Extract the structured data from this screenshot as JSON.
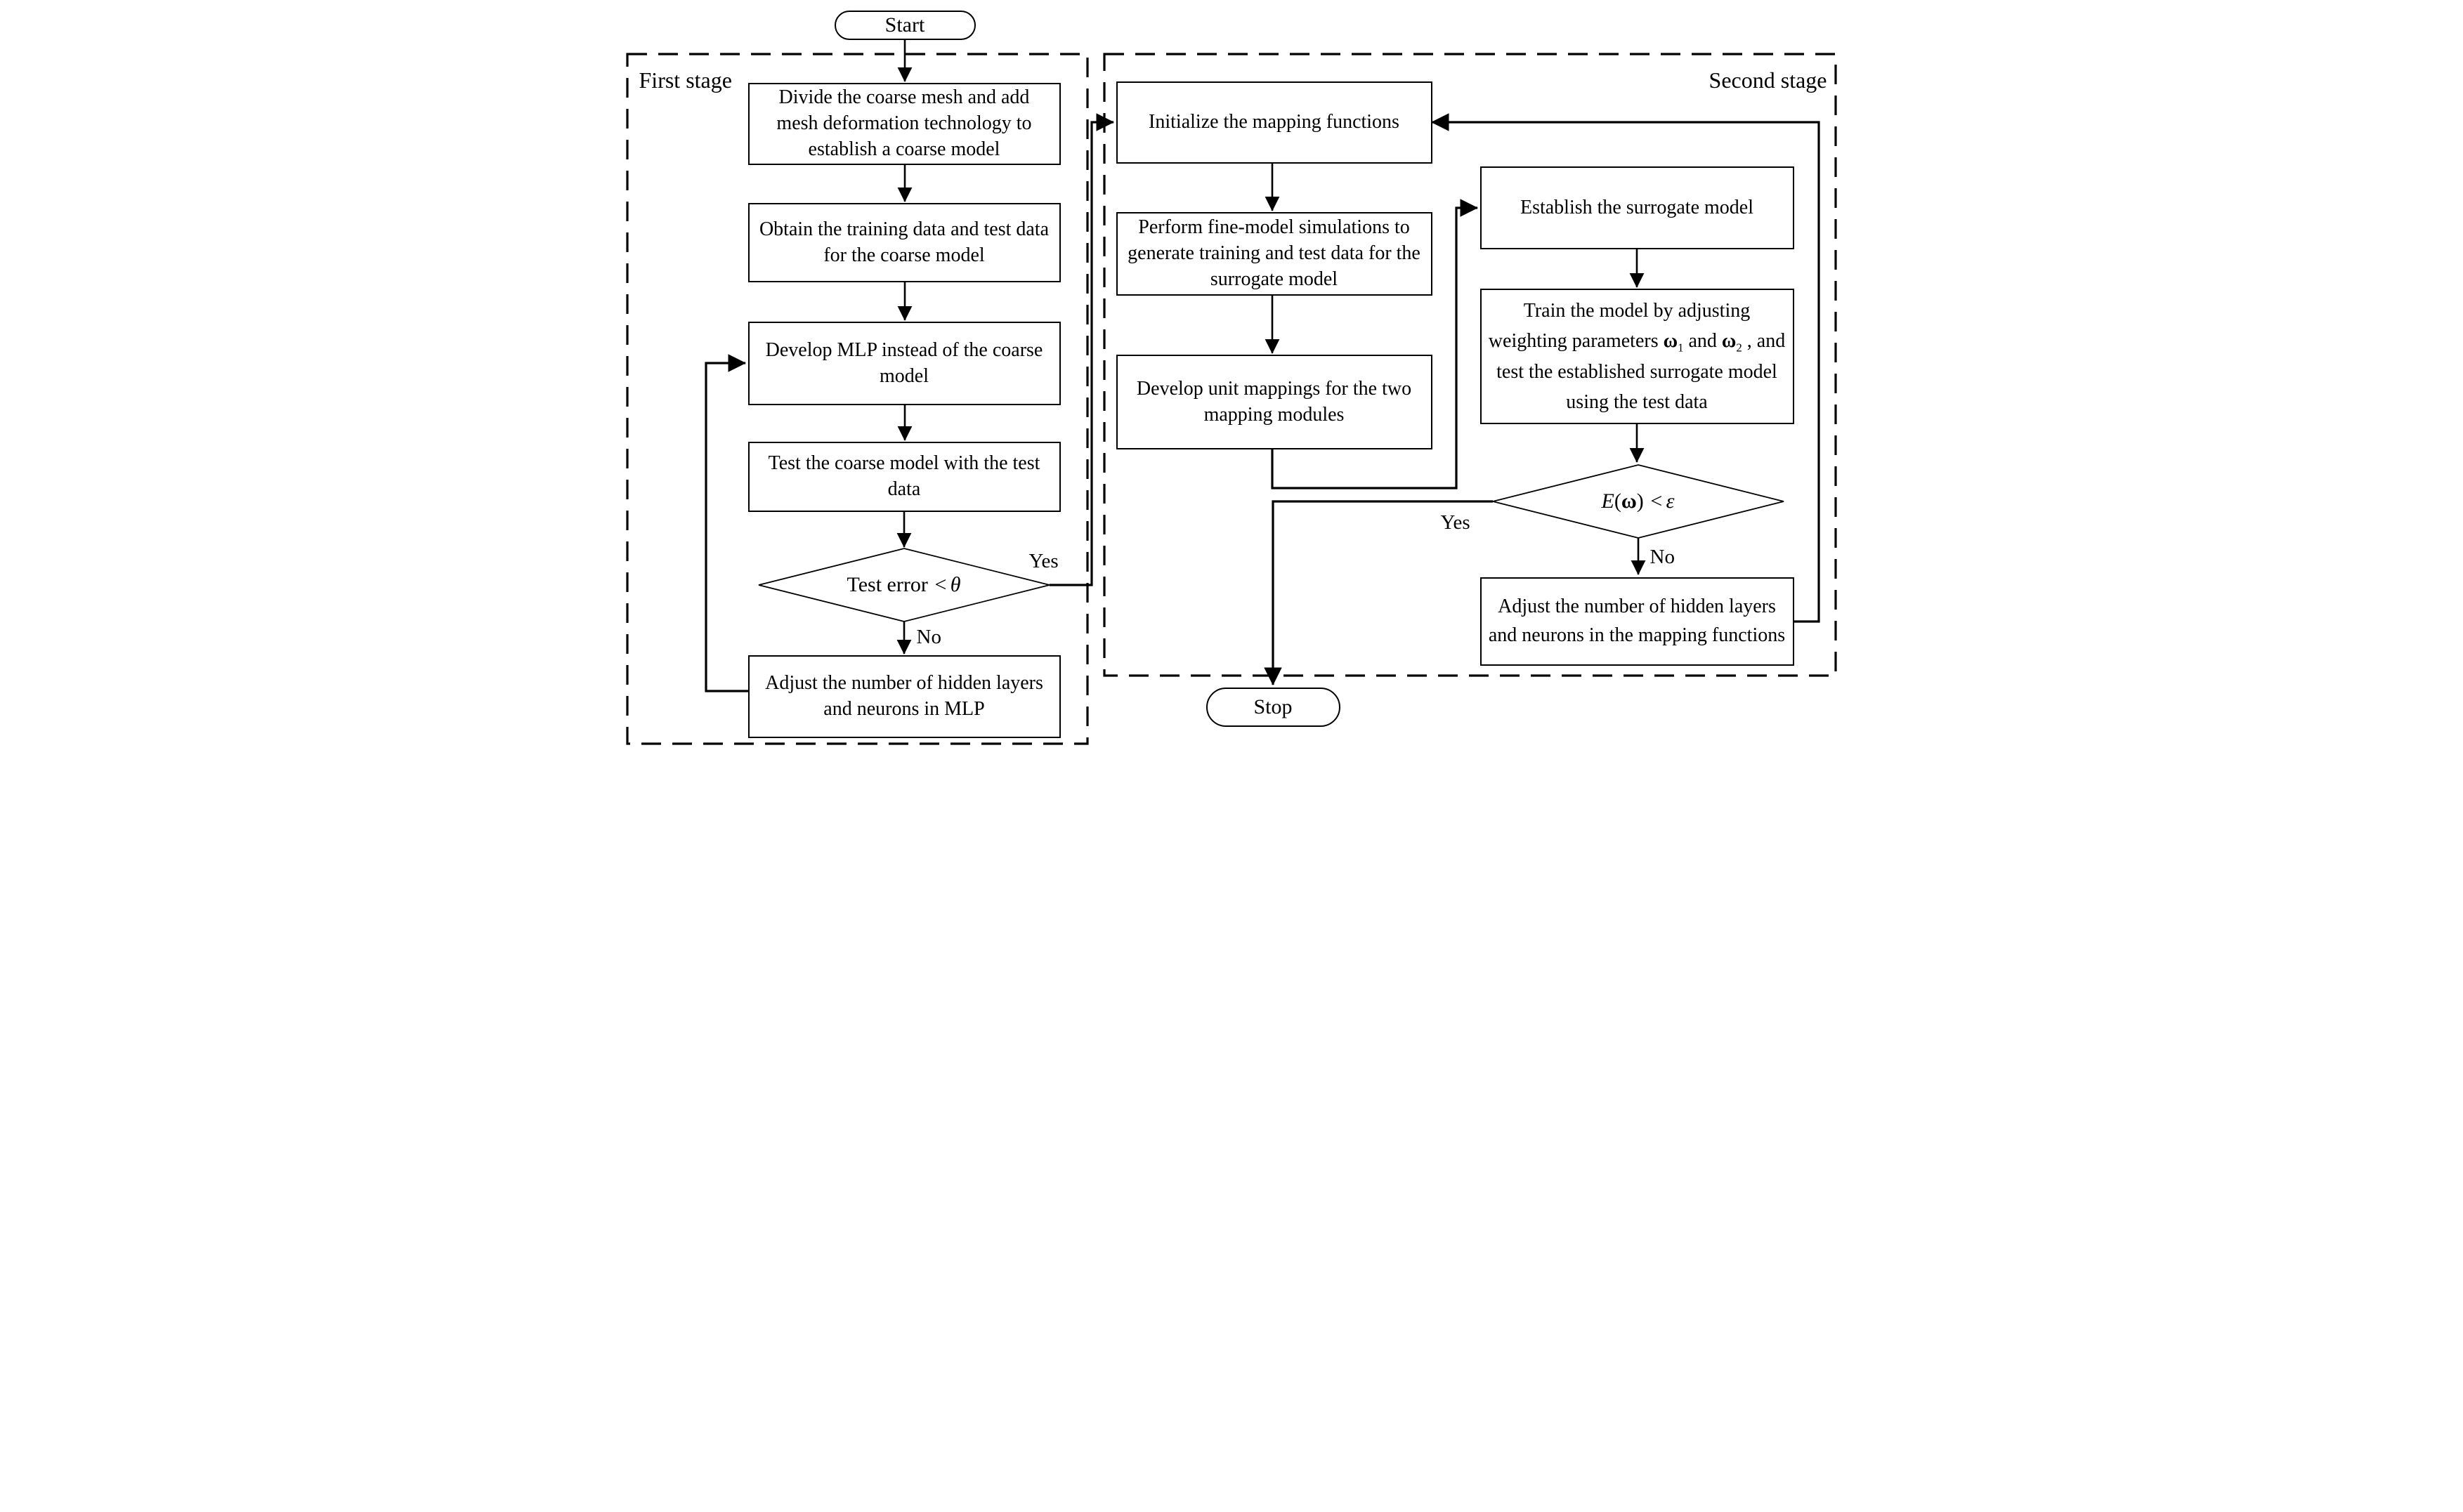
{
  "stages": {
    "first": {
      "label": "First stage"
    },
    "second": {
      "label": "Second stage"
    }
  },
  "terminals": {
    "start": "Start",
    "stop": "Stop"
  },
  "nodes": {
    "divide_coarse_mesh": "Divide the coarse mesh and add mesh deformation technology to establish a coarse model",
    "obtain_data": "Obtain the training data and test data for the coarse model",
    "develop_mlp": "Develop MLP instead of the coarse model",
    "test_coarse_model": "Test the coarse model with the test data",
    "adjust_mlp": "Adjust the number of hidden layers and neurons in MLP",
    "initialize_mapping": "Initialize the mapping functions",
    "perform_fine_simulations": "Perform fine-model simulations to generate training and test data for the surrogate model",
    "develop_unit_mappings": "Develop unit mappings for the two mapping modules",
    "establish_surrogate": "Establish the surrogate model",
    "train_model": {
      "part1": "Train the model by adjusting weighting parameters ",
      "omega": "ω",
      "sub1": "1",
      "and_text": " and ",
      "sub2": "2",
      "part2": " , and test the established surrogate model using the test data"
    },
    "adjust_mapping_functions": "Adjust the number of hidden layers and neurons in the mapping functions"
  },
  "decisions": {
    "test_error": {
      "text": "Test error",
      "operator": "<",
      "theta": "θ"
    },
    "error_threshold": {
      "E": "E",
      "open": "(",
      "omega": "ω",
      "close": ")",
      "operator": "<",
      "epsilon": "ε"
    }
  },
  "edge_labels": {
    "first_yes": "Yes",
    "first_no": "No",
    "second_yes": "Yes",
    "second_no": "No"
  }
}
